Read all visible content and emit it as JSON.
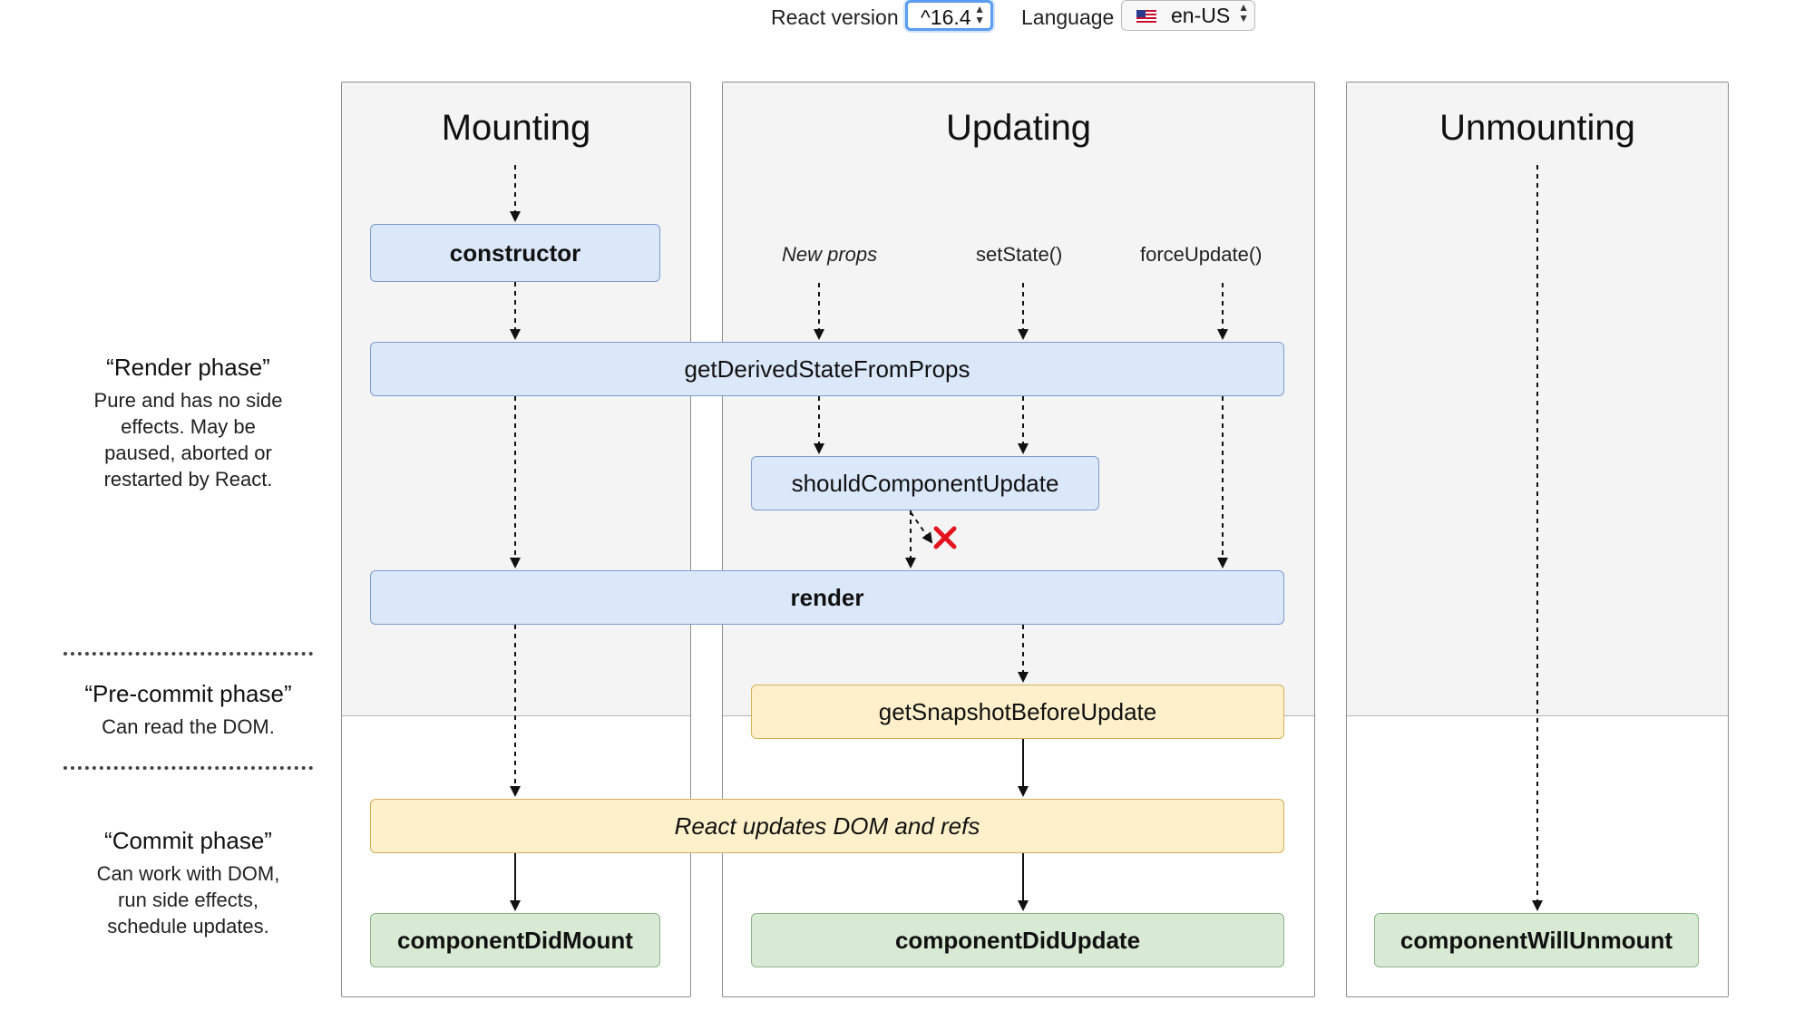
{
  "toolbar": {
    "react_version_label": "React version",
    "react_version_value": "^16.4",
    "language_label": "Language",
    "language_value": "en-US",
    "language_flag_icon": "us-flag-icon"
  },
  "columns": {
    "mounting": "Mounting",
    "updating": "Updating",
    "unmounting": "Unmounting"
  },
  "phases": {
    "render": {
      "title": "“Render phase”",
      "lines": [
        "Pure and has no side",
        "effects. May be",
        "paused, aborted or",
        "restarted by React."
      ]
    },
    "precommit": {
      "title": "“Pre-commit phase”",
      "lines": [
        "Can read the DOM."
      ]
    },
    "commit": {
      "title": "“Commit phase”",
      "lines": [
        "Can work with DOM,",
        "run side effects,",
        "schedule updates."
      ]
    }
  },
  "triggers": {
    "new_props": "New props",
    "set_state": "setState()",
    "force_update": "forceUpdate()"
  },
  "methods": {
    "constructor": "constructor",
    "get_derived_state": "getDerivedStateFromProps",
    "should_update": "shouldComponentUpdate",
    "render": "render",
    "get_snapshot": "getSnapshotBeforeUpdate",
    "react_updates": "React updates DOM and refs",
    "did_mount": "componentDidMount",
    "did_update": "componentDidUpdate",
    "will_unmount": "componentWillUnmount"
  },
  "colors": {
    "render_box": "#dbe8f9",
    "commit_box": "#fdf0ca",
    "lifecycle_done_box": "#d8ead4",
    "cancel_mark": "#e3141e"
  }
}
